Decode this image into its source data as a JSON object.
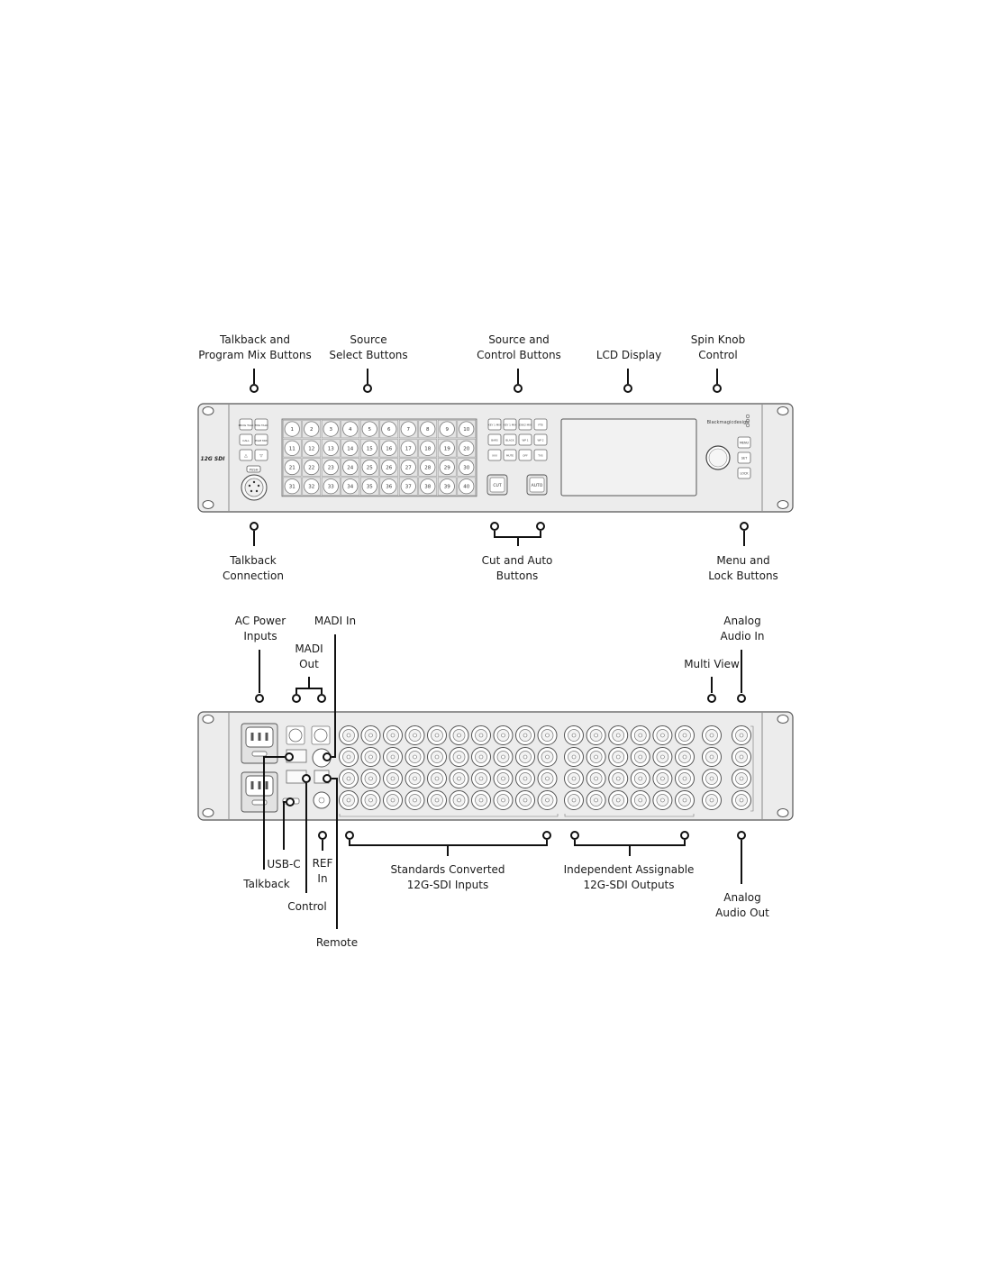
{
  "labels": {
    "front": {
      "talkback_prog": [
        "Talkback and",
        "Program Mix Buttons"
      ],
      "source_select": [
        "Source",
        "Select Buttons"
      ],
      "source_control": [
        "Source and",
        "Control  Buttons"
      ],
      "lcd": [
        "LCD Display"
      ],
      "spin_knob": [
        "Spin Knob",
        "Control"
      ],
      "talkback_conn": [
        "Talkback",
        "Connection"
      ],
      "cut_auto": [
        "Cut and Auto",
        "Buttons"
      ],
      "menu_lock": [
        "Menu and",
        "Lock Buttons"
      ]
    },
    "rear": {
      "ac_power": [
        "AC Power",
        "Inputs"
      ],
      "madi_in": [
        "MADI In"
      ],
      "madi_out": [
        "MADI",
        "Out"
      ],
      "analog_in": [
        "Analog",
        "Audio In"
      ],
      "multiview": [
        "Multi View"
      ],
      "usbc": [
        "USB-C"
      ],
      "talkback": [
        "Talkback"
      ],
      "ref_in": [
        "REF",
        "In"
      ],
      "control": [
        "Control"
      ],
      "remote": [
        "Remote"
      ],
      "sdi_inputs": [
        "Standards Converted",
        "12G-SDI Inputs"
      ],
      "sdi_outputs": [
        "Independent Assignable",
        "12G-SDI Outputs"
      ],
      "analog_out": [
        "Analog",
        "Audio Out"
      ]
    }
  },
  "device": {
    "front_logo": "12G SDI",
    "brand": "Blackmagicdesign",
    "left_buttons": [
      "PROG TALK",
      "ENG TALK",
      "CALL",
      "PGM MIX",
      "△",
      "▽"
    ],
    "talkback_push": "PUSH",
    "source_buttons_count": 40,
    "control_buttons": [
      "KEY 1 MIX",
      "KEY 1 MIX",
      "DSK2 MIX",
      "FTB",
      "BARS",
      "BLACK",
      "WP 1",
      "WP 2",
      "XXX",
      "MUTE",
      "OFF",
      "TVS"
    ],
    "cut_label": "CUT",
    "auto_label": "AUTO",
    "menu_buttons": [
      "MENU",
      "SET",
      "LOCK"
    ]
  }
}
